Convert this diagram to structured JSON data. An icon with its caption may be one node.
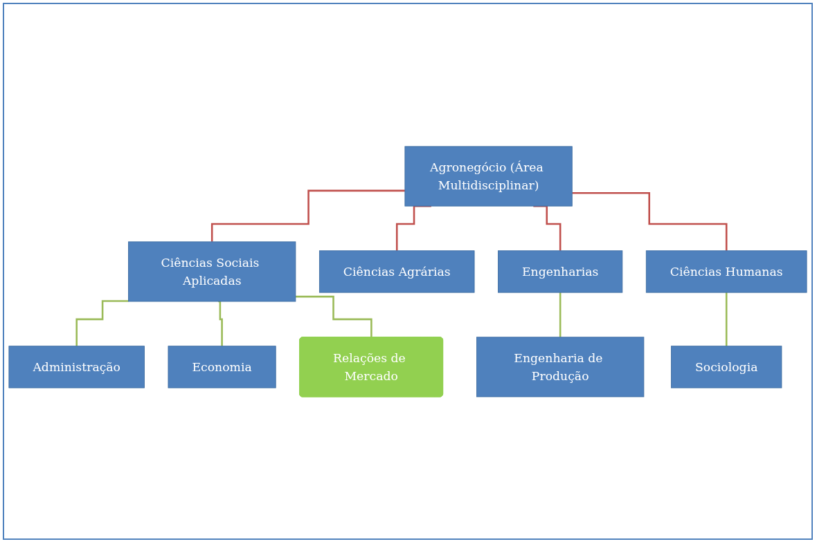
{
  "diagram": {
    "nodes": [
      {
        "text": [
          "Agronegócio (Área Multidisciplinar)"
        ]
      },
      {
        "text": [
          "Ciências Sociais Aplicadas"
        ]
      },
      {
        "text": [
          "Ciências Agrárias"
        ]
      },
      {
        "text": [
          "Engenharias"
        ]
      },
      {
        "text": [
          "Ciências Humanas"
        ]
      },
      {
        "text": [
          "Administração"
        ]
      },
      {
        "text": [
          "Economia"
        ]
      },
      {
        "text": [
          "Relações de Mercado"
        ]
      },
      {
        "text": [
          "Engenharia de Produção"
        ]
      },
      {
        "text": [
          "Sociologia"
        ]
      }
    ],
    "edges": [
      {
        "from": 0,
        "to": 1,
        "arrow": "none",
        "color": "#c0504d"
      },
      {
        "from": 0,
        "to": 2,
        "arrow": "none",
        "color": "#c0504d"
      },
      {
        "from": 0,
        "to": 3,
        "arrow": "none",
        "color": "#c0504d"
      },
      {
        "from": 0,
        "to": 4,
        "arrow": "none",
        "color": "#c0504d"
      },
      {
        "from": 1,
        "to": 5,
        "arrow": "none",
        "color": "#9bbb59"
      },
      {
        "from": 1,
        "to": 6,
        "arrow": "none",
        "color": "#9bbb59"
      },
      {
        "from": 1,
        "to": 7,
        "arrow": "none",
        "color": "#9bbb59"
      },
      {
        "from": 3,
        "to": 8,
        "arrow": "none",
        "color": "#9bbb59"
      },
      {
        "from": 4,
        "to": 9,
        "arrow": "none",
        "color": "#9bbb59"
      }
    ]
  }
}
